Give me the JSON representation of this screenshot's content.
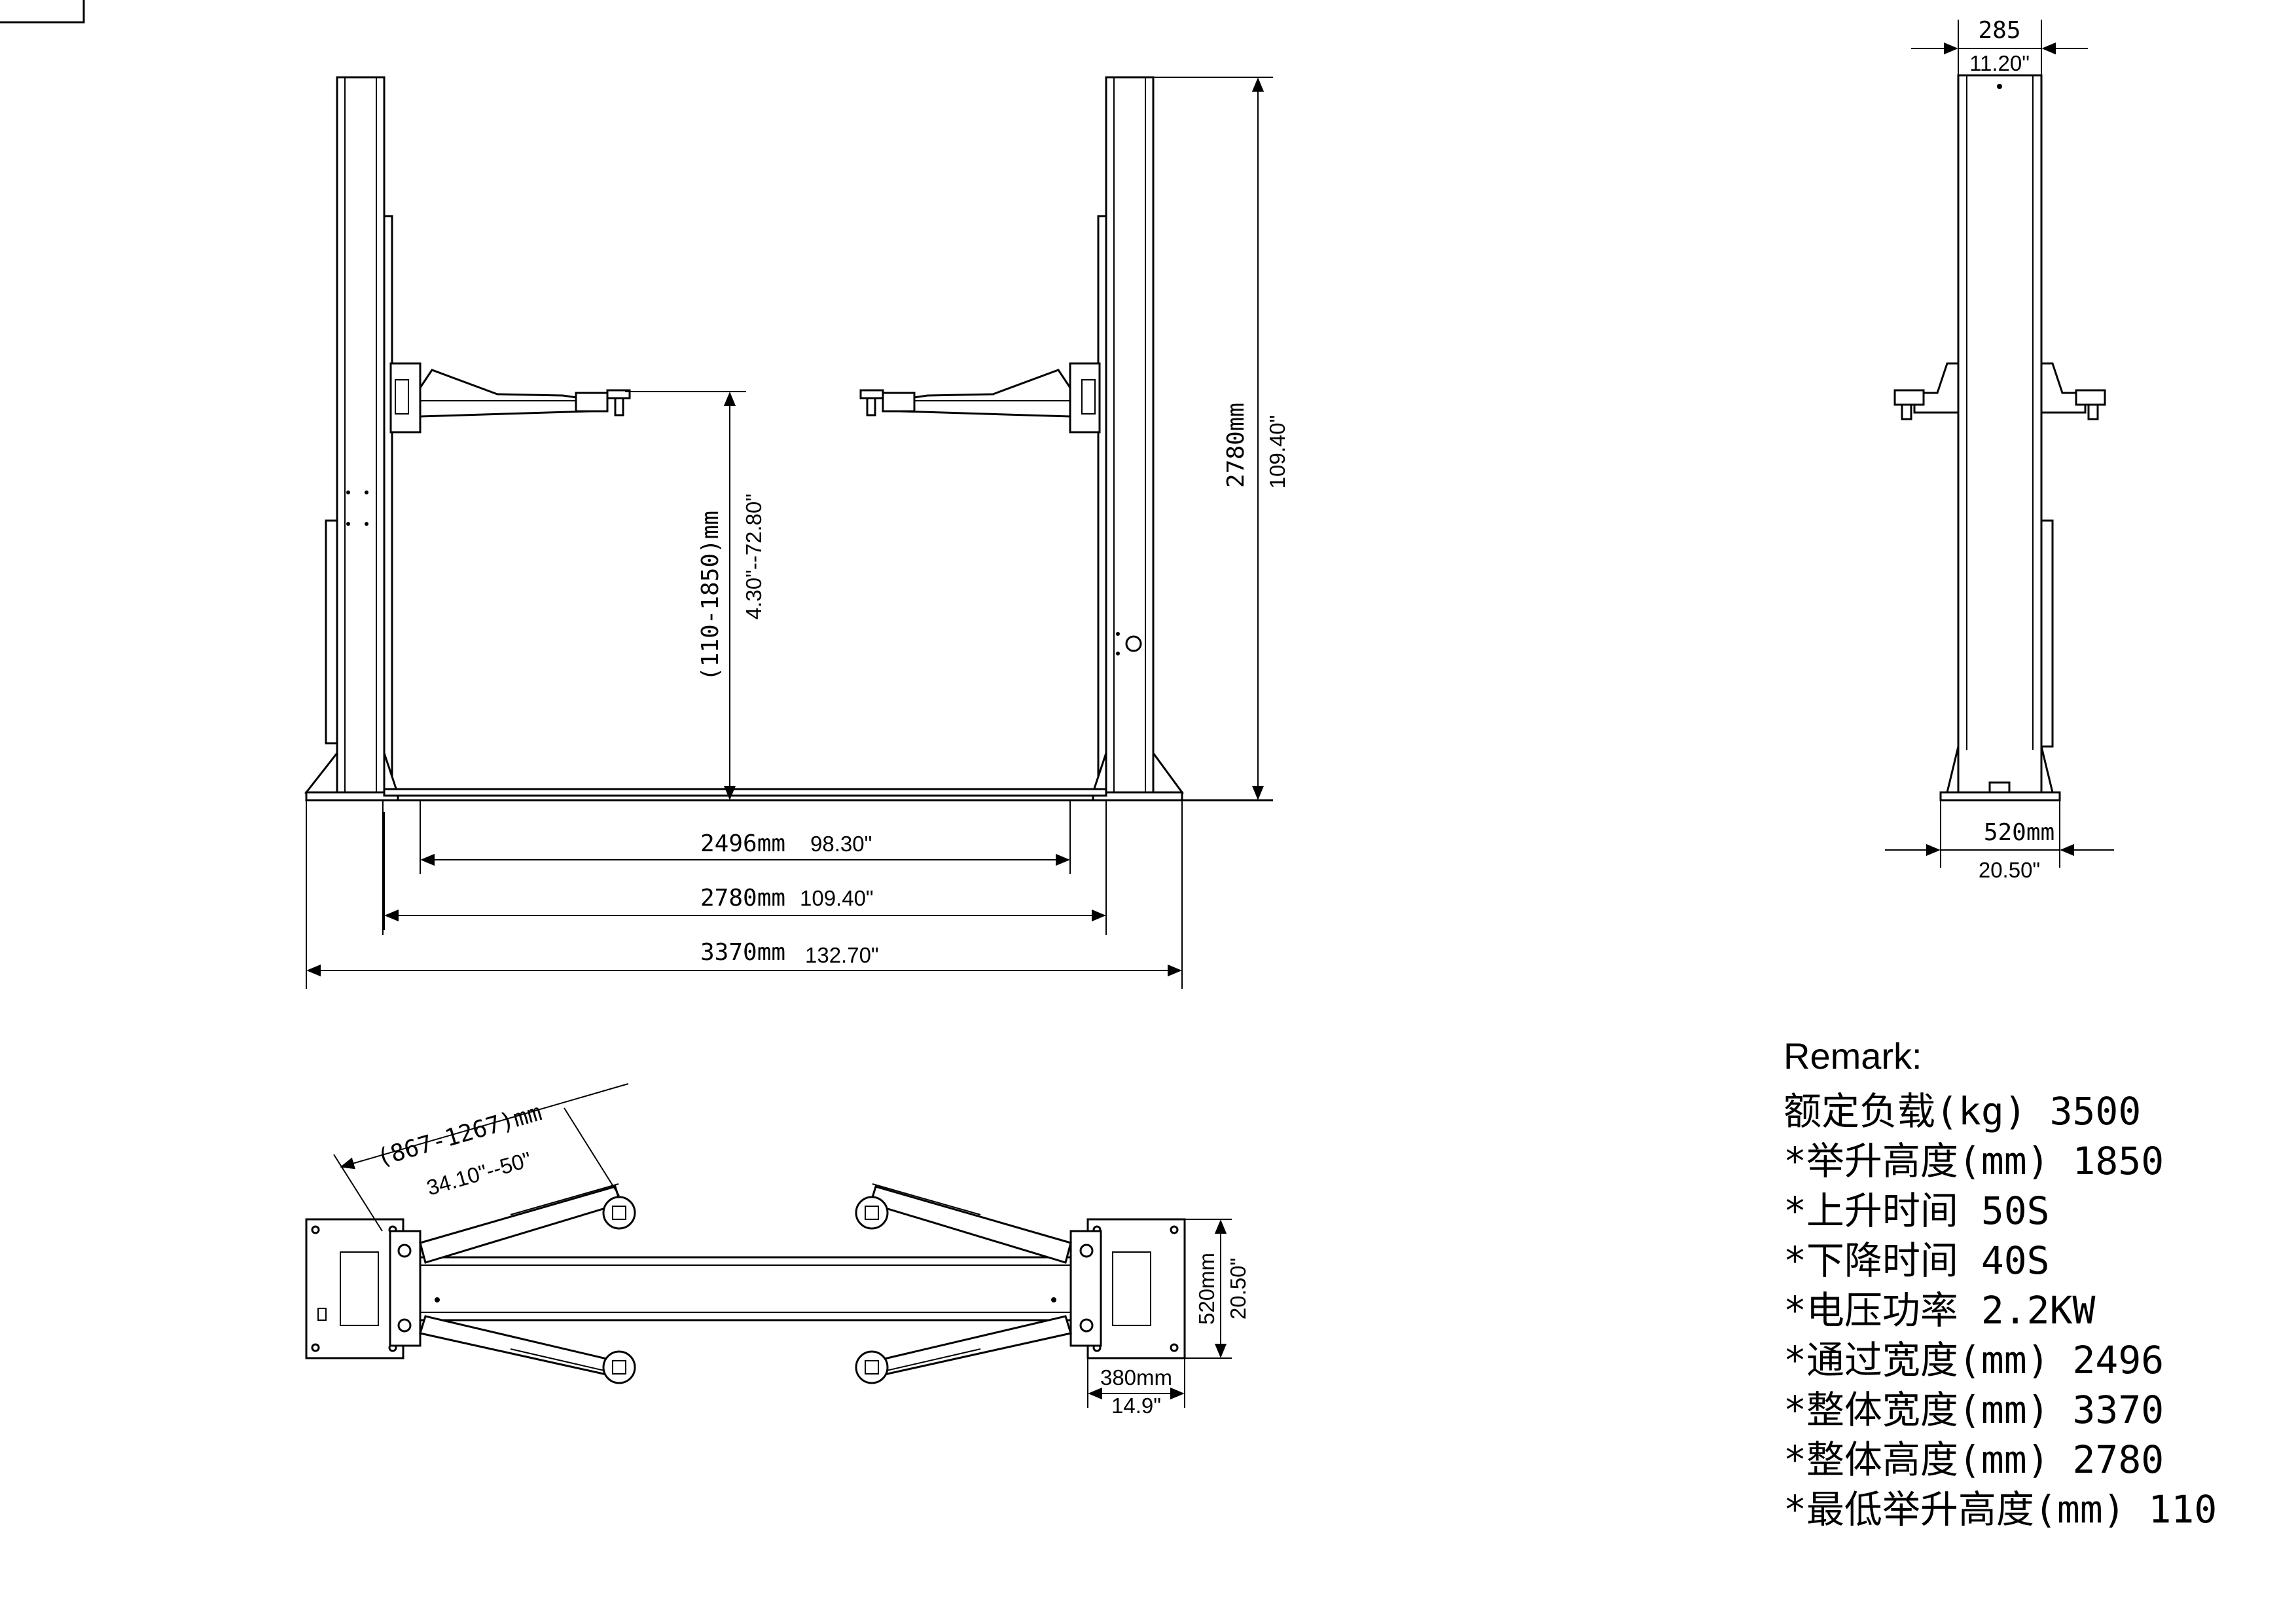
{
  "front_view": {
    "lift_range_mm": "(110-1850)mm",
    "lift_range_in": "4.30\"--72.80\"",
    "height_mm": "2780mm",
    "height_in": "109.40\"",
    "drive_width_mm": "2496mm",
    "drive_width_in": "98.30\"",
    "column_width_mm": "2780mm",
    "column_width_in": "109.40\"",
    "overall_width_mm": "3370mm",
    "overall_width_in": "132.70\""
  },
  "side_view": {
    "column_depth_mm": "285",
    "column_depth_in": "11.20\"",
    "base_depth_mm": "520mm",
    "base_depth_in": "20.50\""
  },
  "top_view": {
    "arm_reach_mm": "(867-1267)mm",
    "arm_reach_in": "34.10\"--50\"",
    "base_depth_mm": "520mm",
    "base_depth_in": "20.50\"",
    "base_width_mm": "380mm",
    "base_width_in": "14.9\""
  },
  "remark": {
    "title": "Remark:",
    "specs": [
      "额定负载(kg) 3500",
      "*举升高度(mm) 1850",
      "*上升时间 50S",
      "*下降时间 40S",
      "*电压功率 2.2KW",
      "*通过宽度(mm) 2496",
      "*整体宽度(mm) 3370",
      "*整体高度(mm) 2780",
      "*最低举升高度(mm) 110"
    ]
  }
}
